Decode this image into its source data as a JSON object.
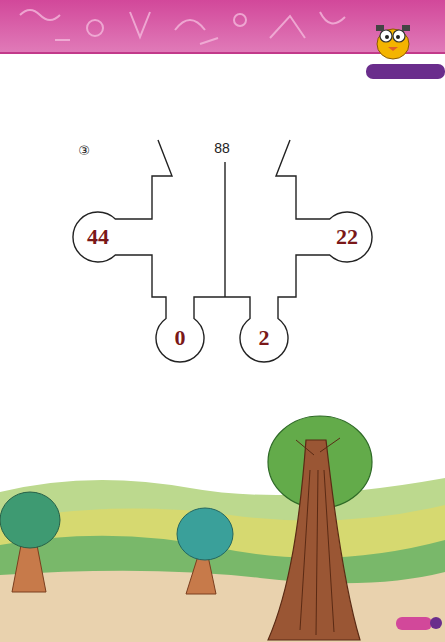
{
  "diagram": {
    "nodes": [
      {
        "text": [
          "44"
        ]
      },
      {
        "text": [
          "22"
        ]
      },
      {
        "text": [
          "0"
        ]
      },
      {
        "text": [
          "2"
        ]
      }
    ],
    "labels": [
      "③",
      "88"
    ]
  }
}
